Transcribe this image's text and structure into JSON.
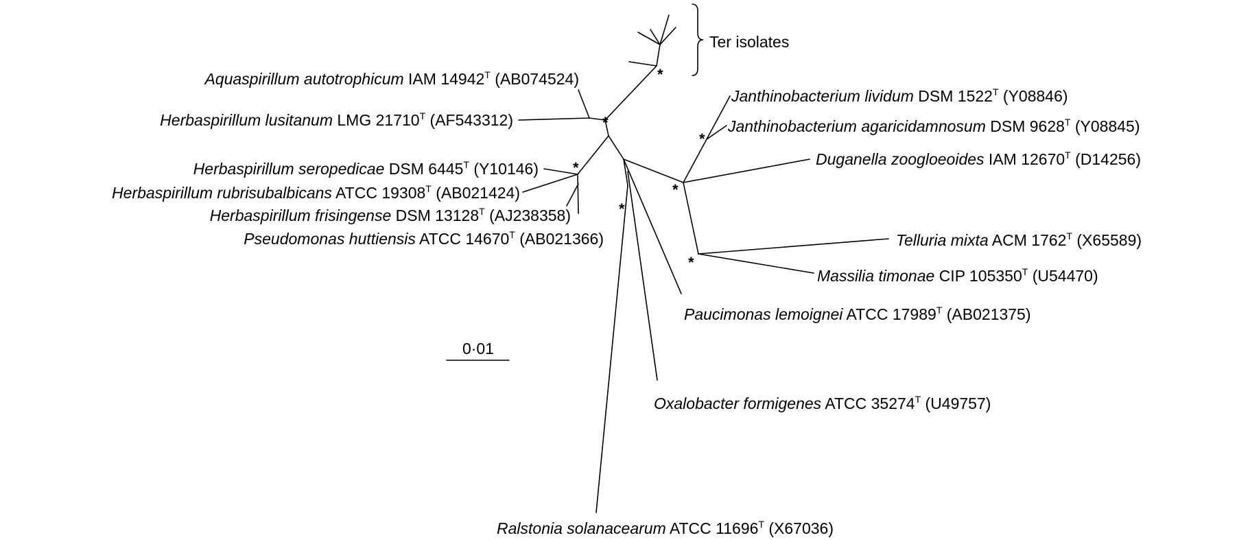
{
  "tree": {
    "clade_label": "Ter isolates",
    "scale_label": "0·01",
    "support_marker": "*",
    "type_strain_marker": "T",
    "taxa": {
      "aquaspirillum": {
        "species": "Aquaspirillum autotrophicum",
        "strain": "IAM 14942",
        "accession": "(AB074524)"
      },
      "h_lusitanum": {
        "species": "Herbaspirillum lusitanum",
        "strain": "LMG 21710",
        "accession": "(AF543312)"
      },
      "h_seropedicae": {
        "species": "Herbaspirillum seropedicae",
        "strain": "DSM 6445",
        "accession": "(Y10146)"
      },
      "h_rubrisubalbicans": {
        "species": "Herbaspirillum rubrisubalbicans",
        "strain": "ATCC 19308",
        "accession": "(AB021424)"
      },
      "h_frisingense": {
        "species": "Herbaspirillum frisingense",
        "strain": "DSM 13128",
        "accession": "(AJ238358)"
      },
      "p_huttiensis": {
        "species": "Pseudomonas huttiensis",
        "strain": "ATCC 14670",
        "accession": "(AB021366)"
      },
      "j_lividum": {
        "species": "Janthinobacterium lividum",
        "strain": "DSM 1522",
        "accession": "(Y08846)"
      },
      "j_agaricidamnosum": {
        "species": "Janthinobacterium agaricidamnosum",
        "strain": "DSM 9628",
        "accession": "(Y08845)"
      },
      "duganella": {
        "species": "Duganella zoogloeoides",
        "strain": "IAM 12670",
        "accession": "(D14256)"
      },
      "telluria": {
        "species": "Telluria mixta",
        "strain": "ACM 1762",
        "accession": "(X65589)"
      },
      "massilia": {
        "species": "Massilia timonae",
        "strain": "CIP 105350",
        "accession": "(U54470)"
      },
      "paucimonas": {
        "species": "Paucimonas lemoignei",
        "strain": "ATCC 17989",
        "accession": "(AB021375)"
      },
      "oxalobacter": {
        "species": "Oxalobacter formigenes",
        "strain": "ATCC 35274",
        "accession": "(U49757)"
      },
      "ralstonia": {
        "species": "Ralstonia solanacearum",
        "strain": "ATCC 11696",
        "accession": "(X67036)"
      }
    }
  }
}
